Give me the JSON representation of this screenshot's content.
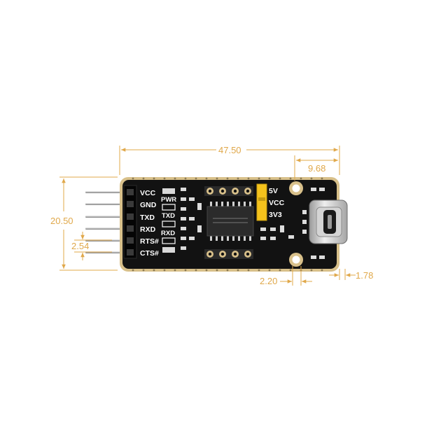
{
  "dimensions": {
    "length": "47.50",
    "connector_offset": "9.68",
    "width": "20.50",
    "pin_pitch": "2.54",
    "hole_spacing": "2.20",
    "edge_offset": "1.78"
  },
  "silkscreen": {
    "pins": [
      "VCC",
      "GND",
      "TXD",
      "RXD",
      "RTS#",
      "CTS#"
    ],
    "pwr_led": "PWR",
    "txd_led": "TXD",
    "rxd_led": "RXD",
    "jumper_5v": "5V",
    "jumper_vcc": "VCC",
    "jumper_3v3": "3V3"
  },
  "colors": {
    "dimension_lines": "#e0a84a",
    "board": "#121212",
    "board_edge": "#d8c08a",
    "silkscreen": "#ffffff",
    "jumper": "#f4c21c"
  }
}
